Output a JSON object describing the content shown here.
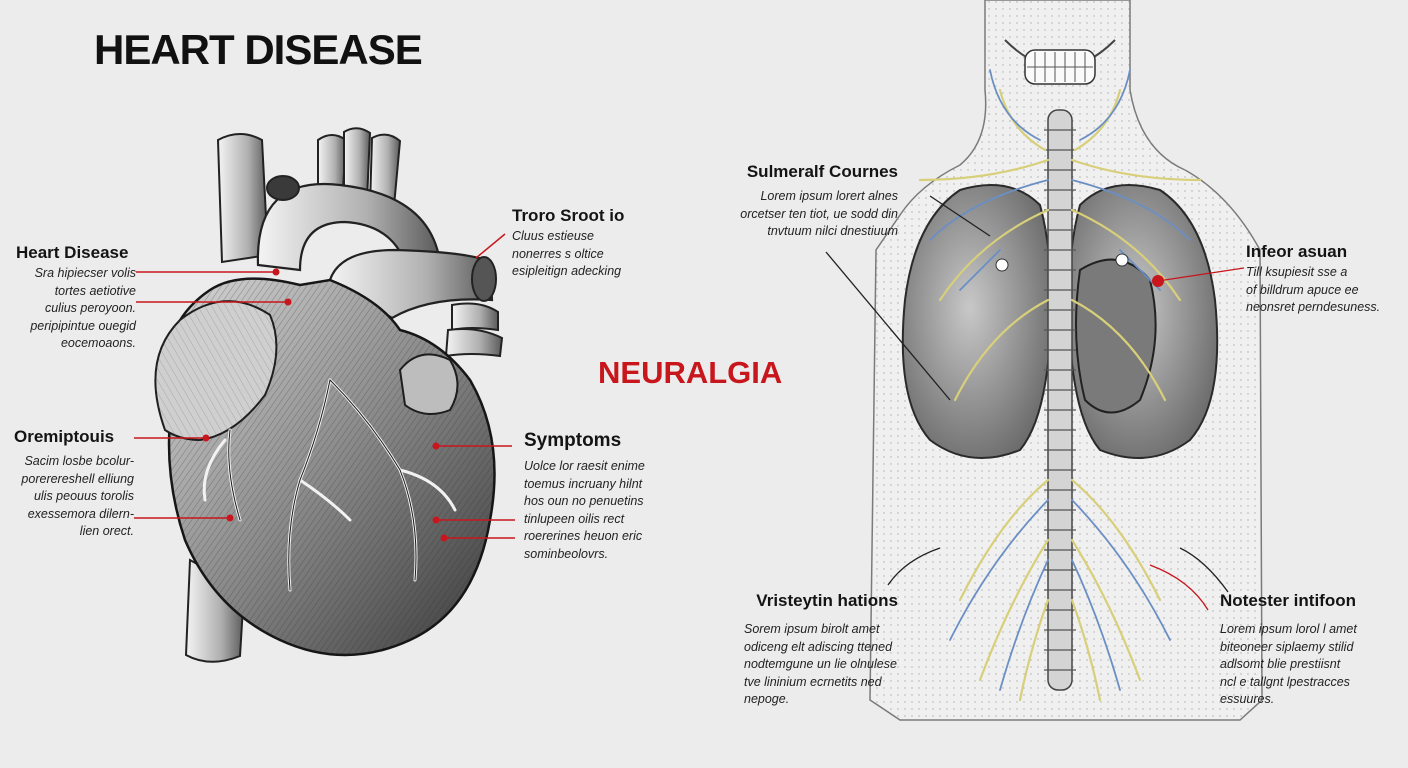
{
  "titles": {
    "main": "HEART DISEASE",
    "secondary": "NEURALGIA"
  },
  "colors": {
    "background": "#ececec",
    "accent_red": "#c8161d",
    "nerve_yellow": "#d8cf7a",
    "nerve_blue": "#6b8fc4",
    "ink": "#1a1a1a"
  },
  "heart_labels": {
    "top_left": {
      "heading": "Heart Disease",
      "lines": [
        "Sra hipiecser volis",
        "tortes aetiotive",
        "culius peroyoon.",
        "peripipintue ouegid",
        "eocemoaons."
      ]
    },
    "middle_left": {
      "heading": "Oremiptouis",
      "lines": [
        "Sacim losbe bcolur-",
        "porerereshell elliung",
        "ulis peouus torolis",
        "exessemora dilern-",
        "lien orect."
      ]
    },
    "top_right": {
      "heading": "Troro Sroot io",
      "lines": [
        "Cluus estieuse",
        "nonerres s oltice",
        "esipleitign adecking"
      ]
    },
    "middle_right": {
      "heading": "Symptoms",
      "lines": [
        "Uolce lor raesit enime",
        "toemus incruany hilnt",
        "hos oun no penuetins",
        "tinlupeen oilis rect",
        "roererines heuon eric",
        "sominbeolovrs."
      ]
    }
  },
  "body_labels": {
    "top_left": {
      "heading": "Sulmeralf Cournes",
      "lines": [
        "Lorem ipsum lorert alnes",
        "orcetser ten tiot, ue sodd din",
        "tnvtuum nilci dnestiuum"
      ]
    },
    "top_right": {
      "heading": "Infeor asuan",
      "lines": [
        "Till ksupiesit sse a",
        "of billdrum apuce ee",
        "neonsret perndesuness."
      ]
    },
    "bottom_left": {
      "heading": "Vristeytin hations",
      "lines": [
        "Sorem ipsum birolt amet",
        "odiceng elt adiscing ttened",
        "nodtemgune un lie olnulese",
        "tve lininium ecrnetits ned",
        "nepoge."
      ]
    },
    "bottom_right": {
      "heading": "Notester intifoon",
      "lines": [
        "Lorem ipsum lorol l amet",
        "biteoneer siplaemy stilid",
        "adlsomt blie prestiisnt",
        "ncl e tallgnt lpestracces",
        "essuures."
      ]
    }
  }
}
